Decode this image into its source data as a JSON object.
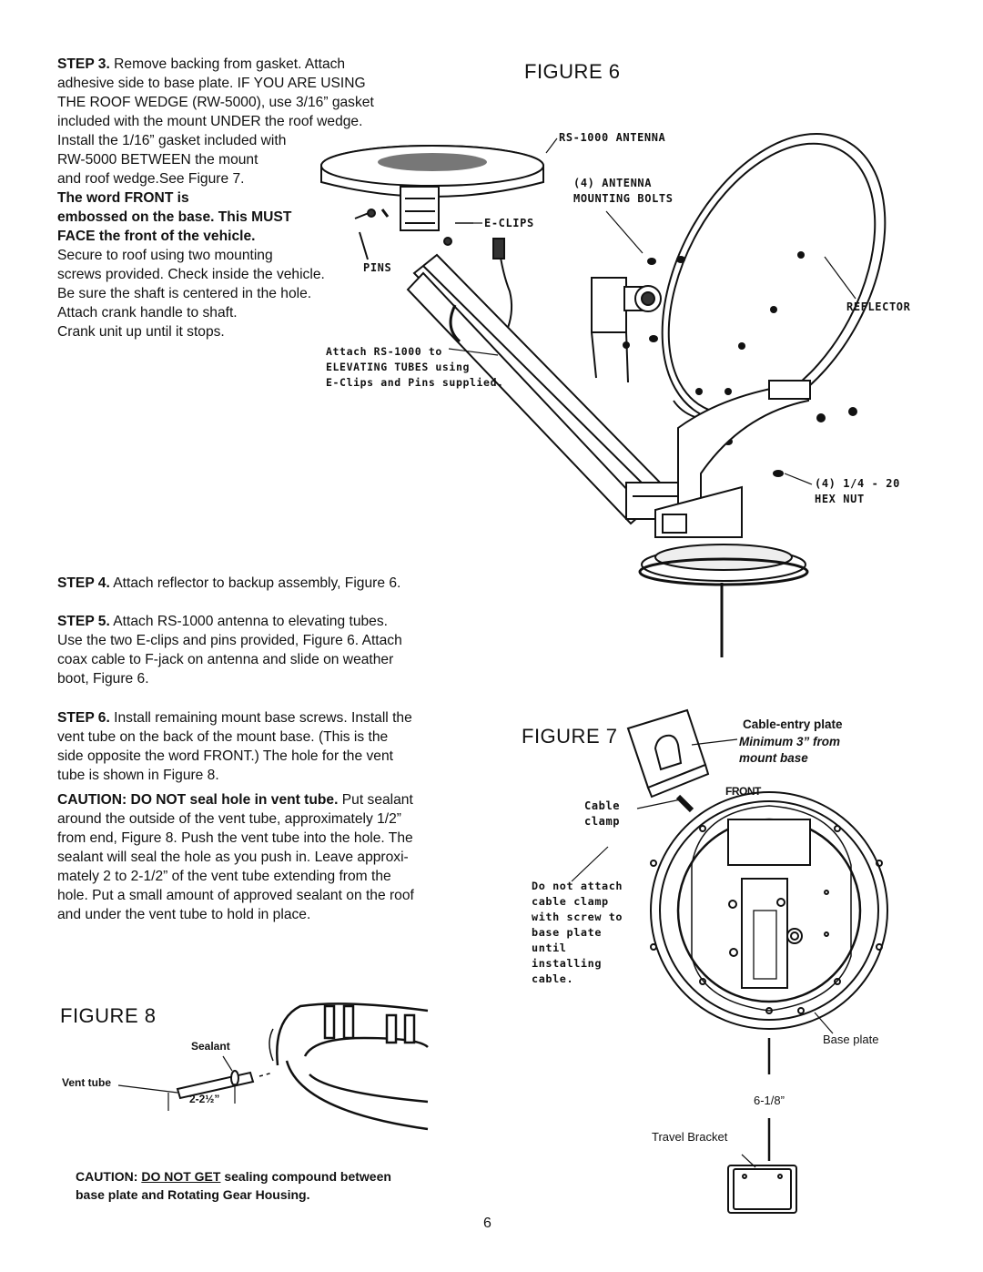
{
  "step3": {
    "label": "STEP 3.",
    "line1": "Remove backing from gasket. Attach",
    "line2": "adhesive side to base plate. IF YOU ARE USING",
    "line3": "THE ROOF WEDGE (RW-5000), use 3/16” gasket",
    "line4": "included with the mount UNDER the roof wedge.",
    "line5": "Install the 1/16” gasket included with",
    "line6": "RW-5000 BETWEEN the mount",
    "line7": "and roof wedge.See Figure 7.",
    "bold1": "The word FRONT is",
    "bold2": "embossed on the base. This MUST",
    "bold3": "FACE the front of the vehicle.",
    "line8": "Secure to roof using two mounting",
    "line9": "screws provided. Check inside the vehicle.",
    "line10": "Be sure the shaft is centered in the hole.",
    "line11": "Attach crank handle to shaft.",
    "line12": "Crank unit up until it stops."
  },
  "figure6": {
    "title": "FIGURE 6",
    "labels": {
      "antenna": "RS-1000 ANTENNA",
      "bolts1": "(4) ANTENNA",
      "bolts2": "MOUNTING BOLTS",
      "eclips": "E-CLIPS",
      "pins": "PINS",
      "reflector": "REFLECTOR",
      "attach1": "Attach RS-1000 to",
      "attach2": "ELEVATING TUBES using",
      "attach3": "E-Clips and Pins supplied.",
      "hex1": "(4) 1/4 - 20",
      "hex2": "HEX NUT"
    }
  },
  "step4": {
    "label": "STEP 4.",
    "text": "Attach reflector to backup assembly, Figure 6."
  },
  "step5": {
    "label": "STEP 5.",
    "line1": "Attach RS-1000 antenna to elevating tubes.",
    "line2": "Use the two E-clips and pins provided, Figure 6. Attach",
    "line3": "coax cable to F-jack on antenna and slide on weather",
    "line4": "boot, Figure 6."
  },
  "step6": {
    "label": "STEP 6.",
    "line1": "Install remaining mount base screws. Install the",
    "line2": "vent tube on the back of the mount base. (This is the",
    "line3": "side opposite the word FRONT.) The hole for the vent",
    "line4": "tube is shown in Figure 8."
  },
  "caution_vent": {
    "bold": "CAUTION: DO NOT seal hole in vent tube.",
    "line1": "Put sealant",
    "line2": "around the outside of the vent tube, approximately 1/2”",
    "line3": "from end, Figure 8. Push the vent tube into the hole. The",
    "line4": "sealant will seal the hole as you push in. Leave approxi-",
    "line5": "mately 2 to 2-1/2” of the vent tube extending from the",
    "line6": "hole. Put a small amount of approved sealant on the roof",
    "line7": "and under the vent tube to hold in place."
  },
  "figure7": {
    "title": "FIGURE 7",
    "labels": {
      "cable_entry": "Cable-entry plate",
      "min1": "Minimum 3” from",
      "min2": "mount base",
      "front": "FRONT",
      "clamp1": "Cable",
      "clamp2": "clamp",
      "dna1": "Do not attach",
      "dna2": "cable clamp",
      "dna3": "with screw to",
      "dna4": "base plate",
      "dna5": "until",
      "dna6": "installing",
      "dna7": "cable.",
      "base_plate": "Base plate",
      "dim": "6-1/8”",
      "travel": "Travel Bracket"
    }
  },
  "figure8": {
    "title": "FIGURE 8",
    "labels": {
      "sealant": "Sealant",
      "vent": "Vent tube",
      "dim": "2-2½”"
    },
    "caution_prefix": "CAUTION:",
    "caution_underlined": "DO NOT GET",
    "caution_rest": "sealing compound between",
    "caution_line2": "base plate and Rotating Gear Housing."
  },
  "page_number": "6"
}
